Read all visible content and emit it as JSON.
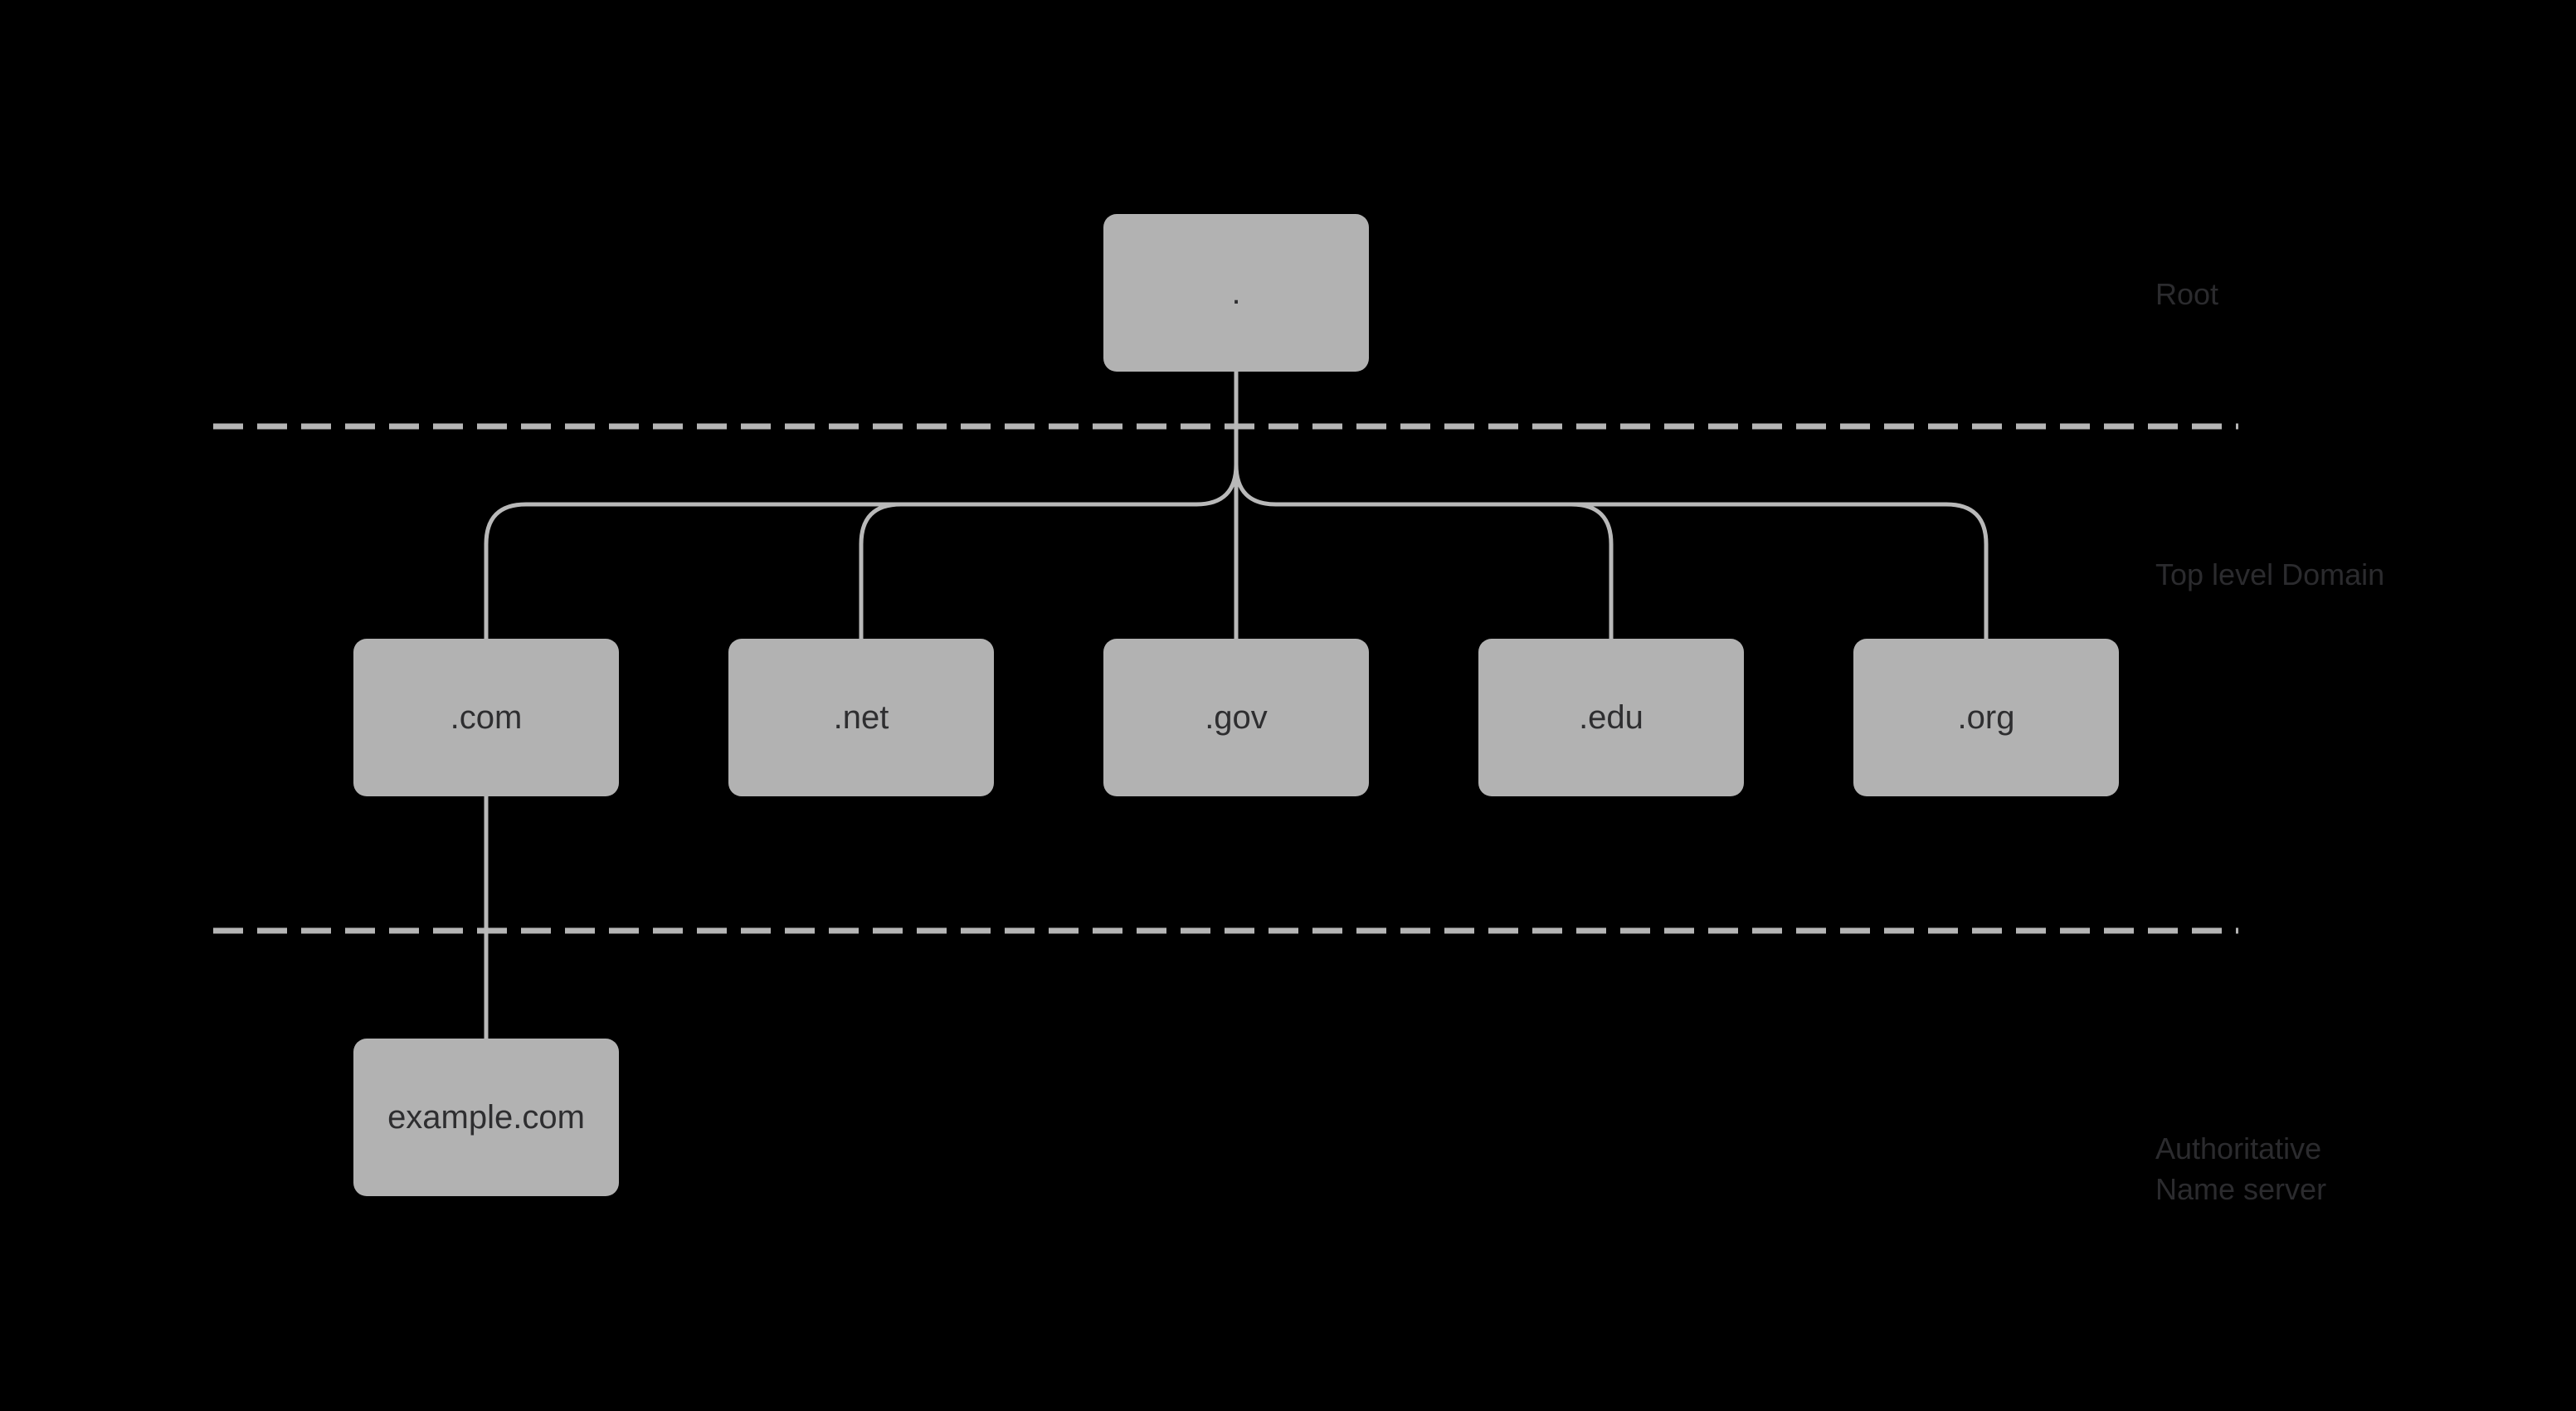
{
  "nodes": {
    "root": {
      "label": "."
    },
    "tlds": [
      {
        "label": ".com"
      },
      {
        "label": ".net"
      },
      {
        "label": ".gov"
      },
      {
        "label": ".edu"
      },
      {
        "label": ".org"
      }
    ],
    "leaf": {
      "label": "example.com"
    }
  },
  "side_labels": {
    "root": "Root",
    "tld": "Top level Domain",
    "auth_line1": "Authoritative",
    "auth_line2": "Name server"
  },
  "colors": {
    "background": "#000000",
    "box-fill": "#b2b2b2",
    "box-text": "#2e2e30",
    "line-color": "#b9b9b9",
    "dash-color": "#b5b5b5",
    "side-label-color": "#2b2b2e"
  }
}
